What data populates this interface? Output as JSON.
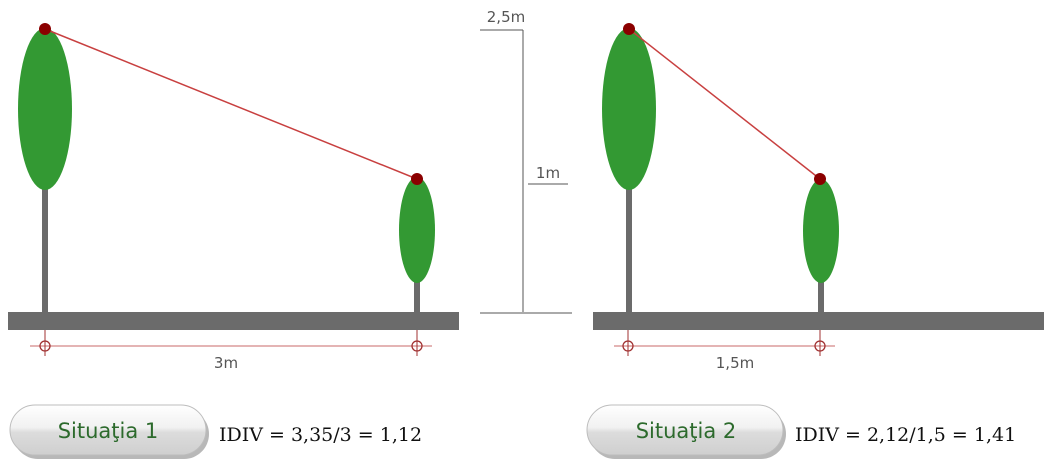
{
  "situations": [
    {
      "button_label": "Situaţia 1",
      "formula": "IDIV = 3,35/3 = 1,12",
      "distance_label": "3m"
    },
    {
      "button_label": "Situaţia 2",
      "formula": "IDIV = 2,12/1,5 = 1,41",
      "distance_label": "1,5m"
    }
  ],
  "scale": {
    "top_label": "2,5m",
    "mid_label": "1m"
  },
  "colors": {
    "ground": "#6b6b6b",
    "trunk": "#6b6b6b",
    "crown": "#339933",
    "crown_top_point": "#8b0000",
    "connector": "#c84040",
    "marker": "#a03030",
    "button_text": "#2c6a2c"
  }
}
